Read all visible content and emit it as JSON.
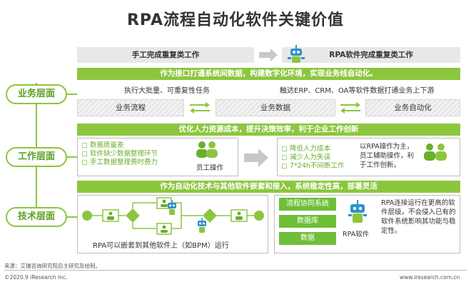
{
  "title": "RPA流程自动化软件关键价值",
  "header": {
    "left": "手工完成重复类工作",
    "right": "RPA软件完成重复类工作"
  },
  "business": {
    "layer": "业务层面",
    "bar": "作为接口打通系统间数据，构建数字化环境，实现业务线自动化。",
    "left_text": "执行大批量、可重复性任务",
    "right_text": "触达ERP、CRM、OA等软件数据打通业务上下游",
    "flow": [
      "业务流程",
      "业务数据",
      "业务自动化"
    ]
  },
  "work": {
    "layer": "工作层面",
    "bar": "优化人力资源成本，提升决策效率，利于企业工作创新",
    "left_items": [
      "数据质量差",
      "软件缺少数据整理环节",
      "手工数据整理费时费力"
    ],
    "left_caption": "员工操作",
    "right_items": [
      "降低人力成本",
      "减少人为失误",
      "7*24h不间断工作"
    ],
    "right_caption": "以RPA操作为主，员工辅助操作，利于工作创新。"
  },
  "tech": {
    "layer": "技术层面",
    "bar": "作为自动化技术与其他软件嵌套和接入，系统稳定性高，部署灵活",
    "left_caption": "RPA可以嵌套到其他软件上（如BPM）运行",
    "boxes": [
      "流程协同系统",
      "数据库",
      "数据"
    ],
    "robot_caption": "RPA软件",
    "right_caption": "RPA连接运行在更高的软件层级，不会侵入已有的软件系统影响其功能与稳定性。"
  },
  "footer": {
    "source": "来源：艾瑞咨询研究院自主研究及绘制。",
    "copyright": "©2020.9 iResearch Inc.",
    "site": "www.iresearch.com.cn"
  },
  "colors": {
    "accent_green": "#8cc63f",
    "robot_blue": "#2d93c9",
    "person_green": "#6aae2a"
  }
}
